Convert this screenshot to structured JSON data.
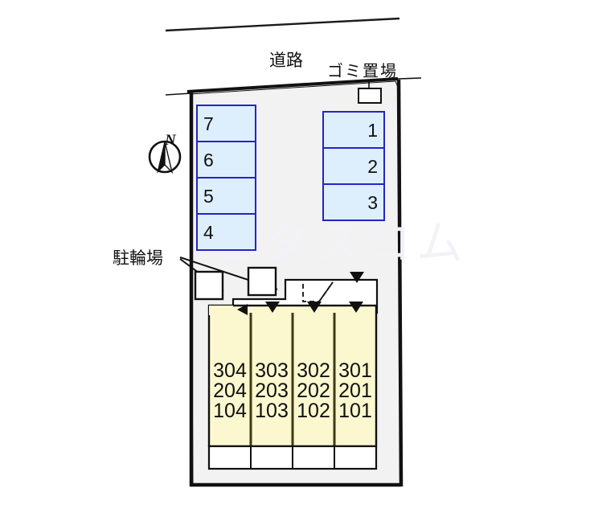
{
  "plan": {
    "title": "Apartment site layout plan",
    "watermark_text": "ピタスコム",
    "colors": {
      "site_fill": "#f2f2f2",
      "site_stroke": "#111111",
      "parking_fill": "#ddeffc",
      "parking_stroke": "#2424c8",
      "building_fill": "#fbf8cf",
      "building_stroke": "#111111",
      "balcony_fill": "#ffffff",
      "walkway_fill": "#ffffff",
      "text": "#111111"
    }
  },
  "labels": {
    "road": "道路",
    "trash_area": "ゴミ置場",
    "bike_parking": "駐輪場",
    "north": "N"
  },
  "parking": {
    "left_column": [
      {
        "id": "7",
        "label": "7"
      },
      {
        "id": "6",
        "label": "6"
      },
      {
        "id": "5",
        "label": "5"
      },
      {
        "id": "4",
        "label": "4"
      }
    ],
    "right_column": [
      {
        "id": "1",
        "label": "1"
      },
      {
        "id": "2",
        "label": "2"
      },
      {
        "id": "3",
        "label": "3"
      }
    ]
  },
  "building": {
    "columns": [
      {
        "floors": [
          "304",
          "204",
          "104"
        ]
      },
      {
        "floors": [
          "303",
          "203",
          "103"
        ]
      },
      {
        "floors": [
          "302",
          "202",
          "102"
        ]
      },
      {
        "floors": [
          "301",
          "201",
          "101"
        ]
      }
    ]
  },
  "markers": {
    "down_arrow": "▼",
    "left_arrow": "◀",
    "entries": [
      {
        "name": "walkway-entry-arrow",
        "dir": "down"
      },
      {
        "name": "unit-entry-arrow-304",
        "dir": "left"
      },
      {
        "name": "unit-entry-arrow-303",
        "dir": "down"
      },
      {
        "name": "unit-entry-arrow-302",
        "dir": "down"
      },
      {
        "name": "unit-entry-arrow-301",
        "dir": "down"
      }
    ]
  },
  "bike_sheds": [
    {
      "name": "bike-shed-left"
    },
    {
      "name": "bike-shed-right"
    }
  ]
}
